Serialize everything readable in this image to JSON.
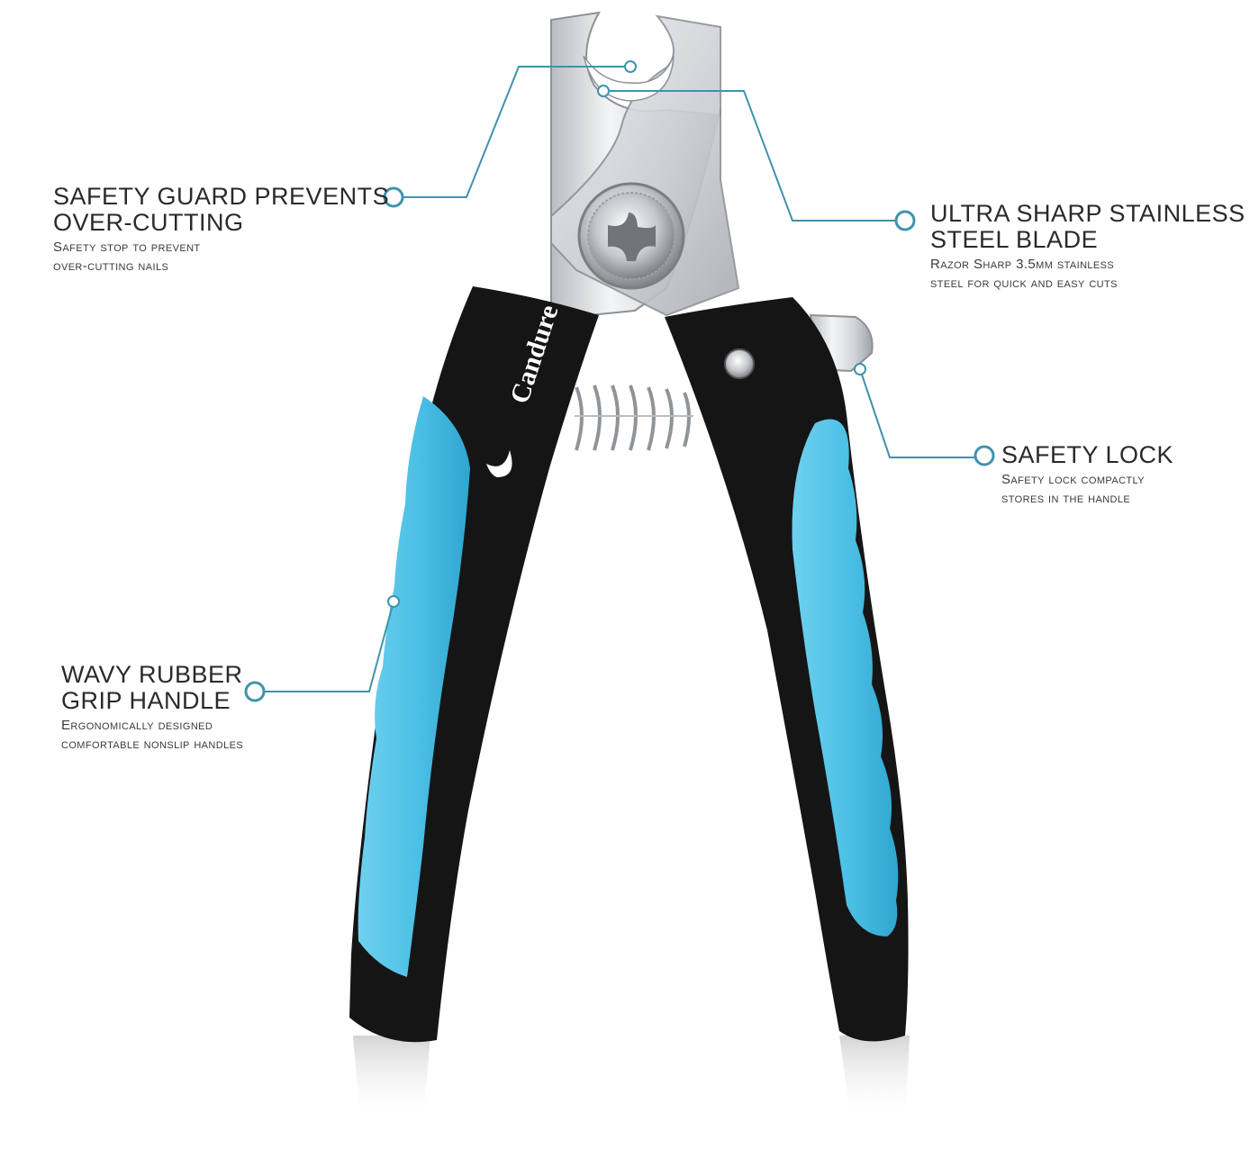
{
  "brand": {
    "logo_text": "Candure",
    "trademark": "®"
  },
  "colors": {
    "accent_line": "#3f93ad",
    "grip_blue": "#4fc3e8",
    "handle_black": "#151515",
    "steel": "#d9dcdf"
  },
  "callouts": {
    "safety_guard": {
      "title_line1": "SAFETY GUARD PREVENTS",
      "title_line2": "OVER-CUTTING",
      "sub_line1": "Safety stop to prevent",
      "sub_line2": "over-cutting nails"
    },
    "blade": {
      "title_line1": "ULTRA SHARP STAINLESS",
      "title_line2": "STEEL BLADE",
      "sub_line1": "Razor Sharp 3.5mm stainless",
      "sub_line2": "steel for quick and easy cuts"
    },
    "safety_lock": {
      "title_line1": "SAFETY LOCK",
      "sub_line1": "Safety lock compactly",
      "sub_line2": "stores in the handle"
    },
    "grip": {
      "title_line1": "WAVY RUBBER",
      "title_line2": "GRIP HANDLE",
      "sub_line1": "Ergonomically designed",
      "sub_line2": "comfortable nonslip handles"
    }
  }
}
